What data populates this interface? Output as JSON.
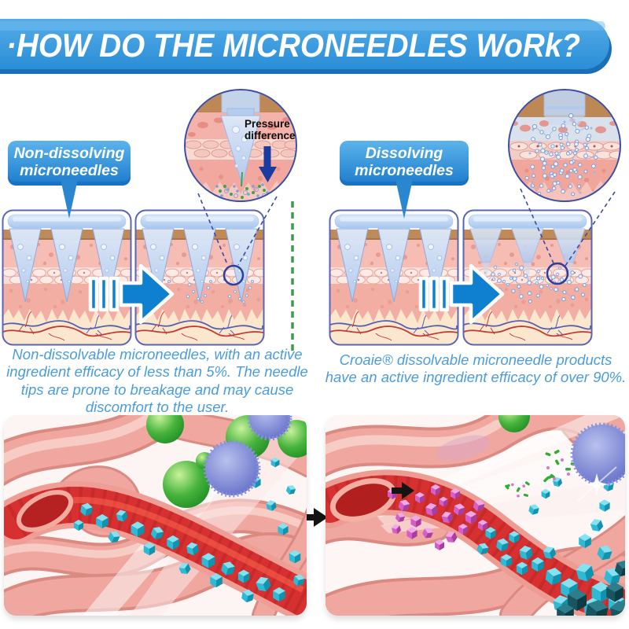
{
  "header": {
    "title": "·HOW DO THE MICRONEEDLES WoRk?"
  },
  "left": {
    "label_line1": "Non-dissolving",
    "label_line2": "microneedles",
    "inset_caption_line1": "Pressure",
    "inset_caption_line2": "difference",
    "description": "Non-dissolvable microneedles, with an active ingredient efficacy of less than 5%. The needle tips are prone to breakage and may cause discomfort to the user."
  },
  "right": {
    "label_line1": "Dissolving",
    "label_line2": "microneedles",
    "description": "Croaie® dissolvable microneedle products have an active ingredient efficacy of over 90%."
  },
  "colors": {
    "banner_blue": "#2E93DA",
    "bubble_blue": "#2F8FD6",
    "big_arrow_blue": "#0E80CF",
    "pressure_arrow_navy": "#1C3BA0",
    "divider_green": "#3E9B4F",
    "description_text": "#4A9CDB",
    "needle_blue": "#C5D8F2",
    "skin_pink": "#F3AEA4",
    "stratum_brown": "#BF8A58",
    "vessel_red": "#D63030",
    "particle_cyan": "#2EB9D4",
    "particle_magenta": "#D55FC9",
    "particle_green": "#3FAE3F"
  },
  "icons": {
    "pressure_arrow": "down-arrow",
    "transition_arrow": "fast-forward-right-arrow",
    "step_arrow": "right-arrow",
    "zoom_inset": "magnifier-circle"
  }
}
